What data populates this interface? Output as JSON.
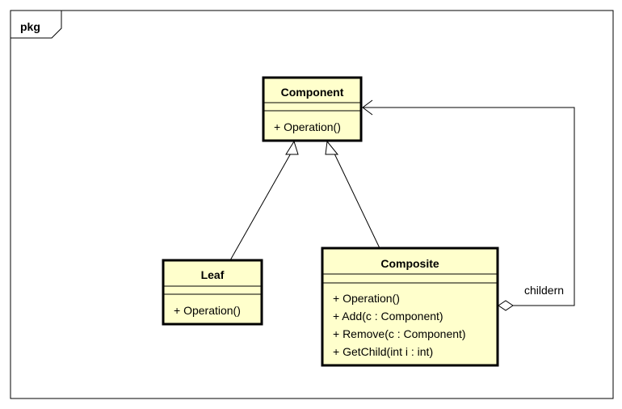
{
  "package": {
    "label": "pkg"
  },
  "classes": {
    "component": {
      "name": "Component",
      "operations": [
        "+ Operation()"
      ]
    },
    "leaf": {
      "name": "Leaf",
      "operations": [
        "+ Operation()"
      ]
    },
    "composite": {
      "name": "Composite",
      "operations": [
        "+ Operation()",
        "+ Add(c : Component)",
        "+ Remove(c : Component)",
        "+ GetChild(int i : int)"
      ]
    }
  },
  "relations": {
    "leaf_generalization": {
      "from": "Leaf",
      "to": "Component",
      "kind": "generalization"
    },
    "composite_generalization": {
      "from": "Composite",
      "to": "Component",
      "kind": "generalization"
    },
    "aggregation": {
      "from": "Composite",
      "to": "Component",
      "kind": "aggregation",
      "label": "childern"
    }
  },
  "colors": {
    "class_fill": "#ffffcc",
    "line": "#000000",
    "background": "#ffffff"
  }
}
